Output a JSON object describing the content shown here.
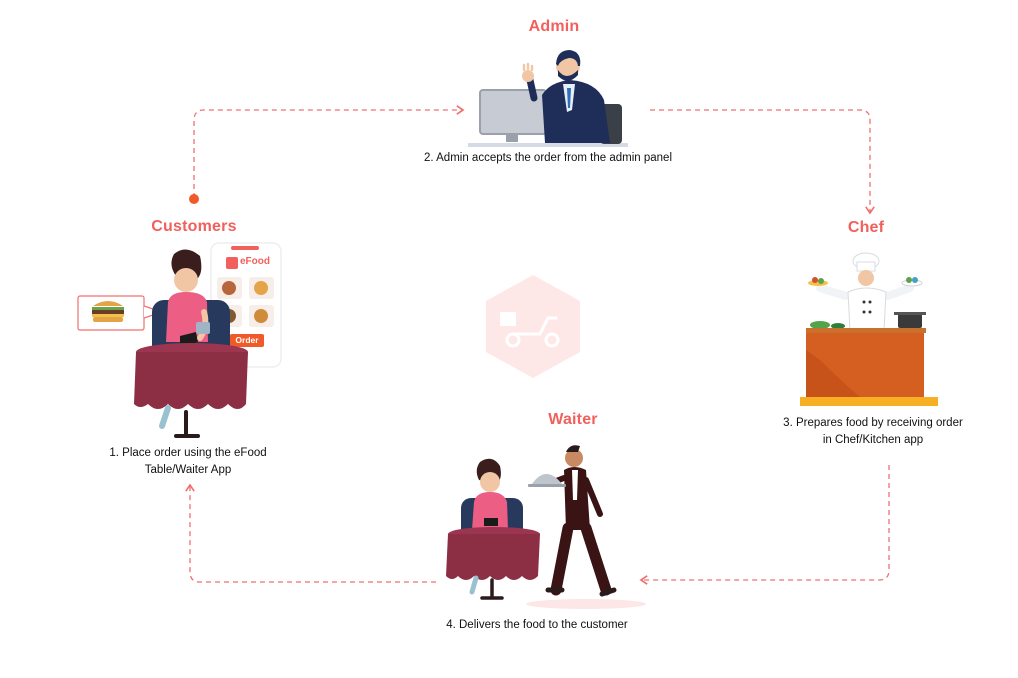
{
  "colors": {
    "accent": "#f2605d",
    "arrow": "#f07070",
    "navy": "#1e2e59",
    "tablecloth": "#8c2f45",
    "counter": "#c8531a"
  },
  "roles": {
    "admin": "Admin",
    "chef": "Chef",
    "customers": "Customers",
    "waiter": "Waiter"
  },
  "steps": {
    "step1_line1": "1. Place order using the eFood",
    "step1_line2": "Table/Waiter App",
    "step2": "2. Admin accepts the order from the admin panel",
    "step3_line1": "3. Prepares food by receiving order",
    "step3_line2": "in Chef/Kitchen app",
    "step4": "4. Delivers the food to the customer"
  },
  "phone": {
    "brand": "eFood",
    "order_button": "Order"
  },
  "icons": [
    "admin-illustration",
    "chef-illustration",
    "customer-illustration",
    "waiter-illustration",
    "delivery-scooter-logo",
    "burger-icon"
  ]
}
